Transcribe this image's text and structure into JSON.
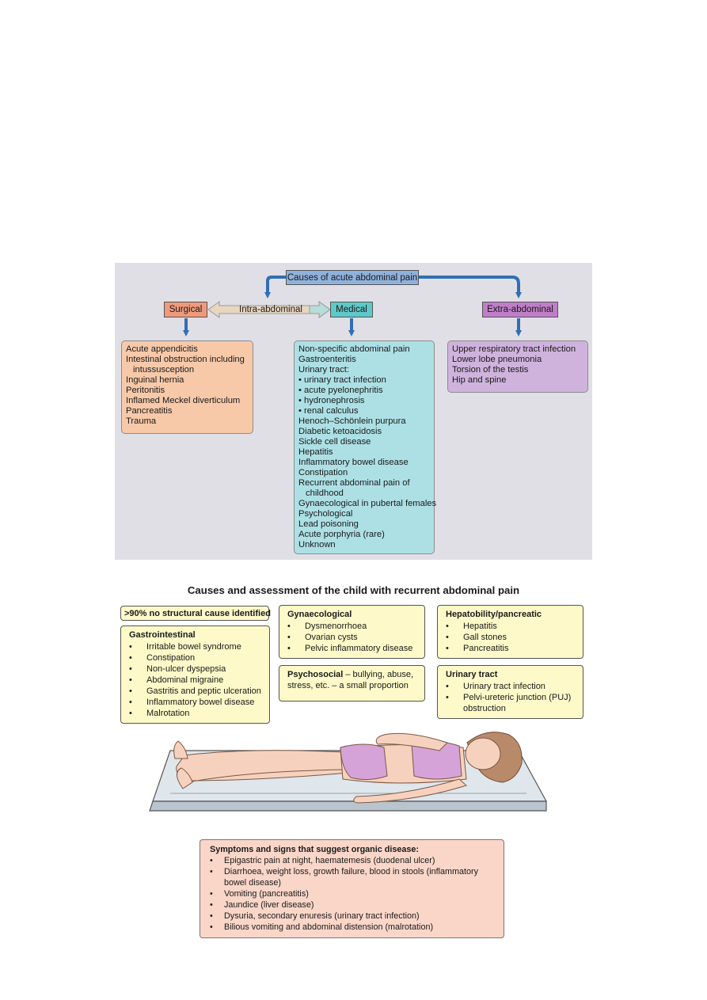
{
  "diagram1": {
    "root": "Causes of acute abdominal pain",
    "surgical": "Surgical",
    "intra": "Intra-abdominal",
    "medical": "Medical",
    "extra": "Extra-abdominal",
    "surgical_items": [
      "Acute appendicitis",
      "Intestinal obstruction including",
      "intussusception",
      "Inguinal hernia",
      "Peritonitis",
      "Inflamed Meckel  diverticulum",
      "Pancreatitis",
      "Trauma"
    ],
    "medical_items": [
      "Non-specific abdominal pain",
      "Gastroenteritis",
      "Urinary tract:",
      "• urinary tract infection",
      "• acute pyelonephritis",
      "• hydronephrosis",
      "• renal calculus",
      "Henoch–Schönlein purpura",
      "Diabetic ketoacidosis",
      "Sickle cell disease",
      "Hepatitis",
      "Inflammatory bowel disease",
      "Constipation",
      "Recurrent abdominal pain of",
      "childhood",
      "Gynaecological in pubertal females",
      "Psychological",
      "Lead poisoning",
      "Acute porphyria (rare)",
      "Unknown"
    ],
    "extra_items": [
      "Upper respiratory tract infection",
      "Lower lobe pneumonia",
      "Torsion of the testis",
      "Hip and spine"
    ]
  },
  "diagram2": {
    "title": "Causes and assessment of the child with recurrent abdominal pain",
    "no_structural": ">90% no structural cause identified",
    "gastro": {
      "title": "Gastrointestinal",
      "items": [
        "Irritable bowel syndrome",
        "Constipation",
        "Non-ulcer dyspepsia",
        "Abdominal migraine",
        "Gastritis and peptic ulceration",
        "Inflammatory bowel disease",
        "Malrotation"
      ]
    },
    "gynae": {
      "title": "Gynaecological",
      "items": [
        "Dysmenorrhoea",
        "Ovarian cysts",
        "Pelvic inflammatory disease"
      ]
    },
    "psycho": {
      "title": "Psychosocial",
      "text": " – bullying, abuse, stress, etc. – a small proportion"
    },
    "hepato": {
      "title": "Hepatobility/pancreatic",
      "items": [
        "Hepatitis",
        "Gall stones",
        "Pancreatitis"
      ]
    },
    "urinary": {
      "title": "Urinary tract",
      "items": [
        "Urinary tract infection",
        "Pelvi-ureteric junction (PUJ) obstruction"
      ]
    },
    "symptoms": {
      "title": "Symptoms and signs that suggest organic disease:",
      "items": [
        "Epigastric pain at night, haematemesis (duodenal ulcer)",
        "Diarrhoea, weight loss, growth failure, blood in stools (inflammatory bowel disease)",
        "Vomiting (pancreatitis)",
        "Jaundice (liver disease)",
        "Dysuria, secondary enuresis (urinary tract infection)",
        "Bilious vomiting and abdominal distension (malrotation)"
      ]
    }
  }
}
